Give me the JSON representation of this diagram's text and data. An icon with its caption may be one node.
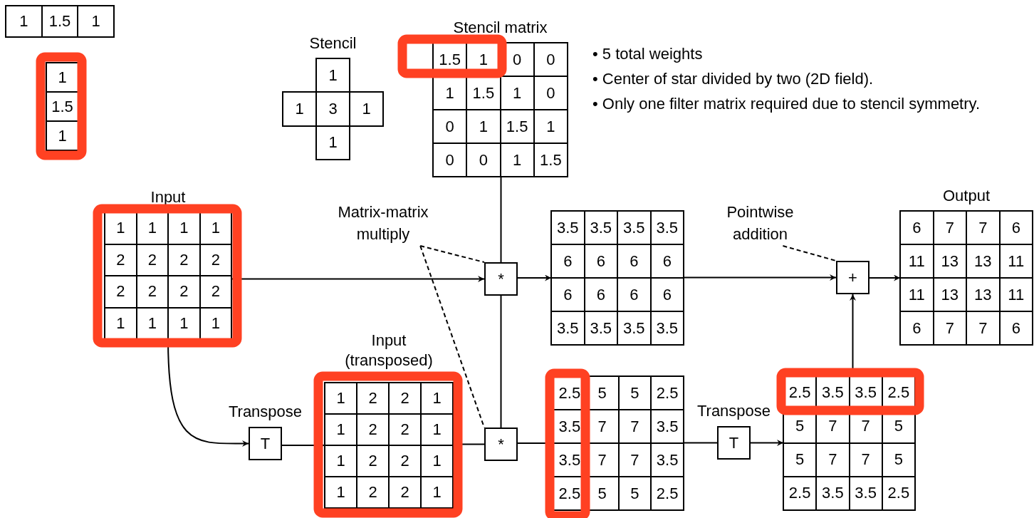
{
  "diagram": {
    "nodes": [
      {
        "text": [
          "1",
          "1.5",
          "1"
        ]
      },
      {
        "text": [
          "1",
          "1.5",
          "1"
        ]
      },
      {
        "text": [
          "Stencil",
          "1",
          "1",
          "3",
          "1",
          "1"
        ]
      },
      {
        "text": [
          "Stencil matrix",
          "1.5",
          "1",
          "0",
          "0",
          "1",
          "1.5",
          "1",
          "0",
          "0",
          "1",
          "1.5",
          "1",
          "0",
          "0",
          "1",
          "1.5"
        ]
      },
      {
        "text": [
          "Input",
          "1",
          "1",
          "1",
          "1",
          "2",
          "2",
          "2",
          "2",
          "2",
          "2",
          "2",
          "2",
          "1",
          "1",
          "1",
          "1"
        ]
      },
      {
        "text": [
          "Matrix-matrix multiply"
        ]
      },
      {
        "text": [
          "*"
        ]
      },
      {
        "text": [
          "3.5",
          "3.5",
          "3.5",
          "3.5",
          "6",
          "6",
          "6",
          "6",
          "6",
          "6",
          "6",
          "6",
          "3.5",
          "3.5",
          "3.5",
          "3.5"
        ]
      },
      {
        "text": [
          "Pointwise addition"
        ]
      },
      {
        "text": [
          "+"
        ]
      },
      {
        "text": [
          "Output",
          "6",
          "7",
          "7",
          "6",
          "11",
          "13",
          "13",
          "11",
          "11",
          "13",
          "13",
          "11",
          "6",
          "7",
          "7",
          "6"
        ]
      },
      {
        "text": [
          "Transpose",
          "T"
        ]
      },
      {
        "text": [
          "Input (transposed)",
          "1",
          "2",
          "2",
          "1",
          "1",
          "2",
          "2",
          "1",
          "1",
          "2",
          "2",
          "1",
          "1",
          "2",
          "2",
          "1"
        ]
      },
      {
        "text": [
          "*"
        ]
      },
      {
        "text": [
          "2.5",
          "5",
          "5",
          "2.5",
          "3.5",
          "7",
          "7",
          "3.5",
          "3.5",
          "7",
          "7",
          "3.5",
          "2.5",
          "5",
          "5",
          "2.5"
        ]
      },
      {
        "text": [
          "Transpose",
          "T"
        ]
      },
      {
        "text": [
          "2.5",
          "3.5",
          "3.5",
          "2.5",
          "5",
          "7",
          "7",
          "5",
          "5",
          "7",
          "7",
          "5",
          "2.5",
          "3.5",
          "3.5",
          "2.5"
        ]
      }
    ],
    "edges": [
      {
        "from": 3,
        "to": 6,
        "arrow": "none"
      },
      {
        "from": 6,
        "to": 13,
        "arrow": "none"
      },
      {
        "from": 4,
        "to": 6,
        "arrow": "to"
      },
      {
        "from": 6,
        "to": 7,
        "arrow": "to"
      },
      {
        "from": 7,
        "to": 9,
        "arrow": "to"
      },
      {
        "from": 9,
        "to": 10,
        "arrow": "to"
      },
      {
        "from": 5,
        "to": 6,
        "arrow": "none",
        "style": "dashed"
      },
      {
        "from": 5,
        "to": 13,
        "arrow": "none",
        "style": "dashed"
      },
      {
        "from": 8,
        "to": 9,
        "arrow": "none",
        "style": "dashed"
      },
      {
        "from": 4,
        "to": 11,
        "arrow": "to"
      },
      {
        "from": 11,
        "to": 12,
        "arrow": "to"
      },
      {
        "from": 12,
        "to": 13,
        "arrow": "none"
      },
      {
        "from": 13,
        "to": 14,
        "arrow": "to"
      },
      {
        "from": 14,
        "to": 15,
        "arrow": "none"
      },
      {
        "from": 15,
        "to": 16,
        "arrow": "to"
      },
      {
        "from": 16,
        "to": 9,
        "arrow": "to"
      }
    ],
    "labels": [
      "• 5 total weights",
      "• Center of star divided by two (2D field).",
      "• Only one filter matrix required due to stencil symmetry."
    ]
  }
}
